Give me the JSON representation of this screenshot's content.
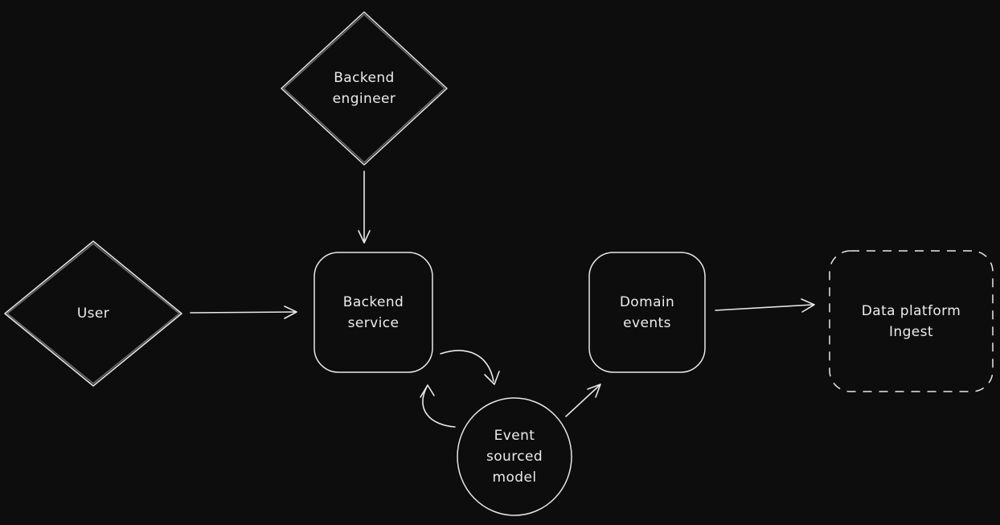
{
  "canvas": {
    "background_color": "#0d0d0d",
    "stroke_color": "#e8e8e8",
    "text_color": "#ececec",
    "style": "hand-drawn-whiteboard-dark"
  },
  "nodes": {
    "backend_engineer": {
      "shape": "diamond",
      "lines": [
        "Backend",
        "engineer"
      ]
    },
    "user": {
      "shape": "diamond",
      "lines": [
        "User"
      ]
    },
    "backend_service": {
      "shape": "rounded-rectangle",
      "lines": [
        "Backend",
        "service"
      ]
    },
    "event_sourced_model": {
      "shape": "circle",
      "lines": [
        "Event",
        "sourced",
        "model"
      ]
    },
    "domain_events": {
      "shape": "rounded-rectangle",
      "lines": [
        "Domain",
        "events"
      ]
    },
    "data_platform_ingest": {
      "shape": "dashed-rounded-rectangle",
      "lines": [
        "Data platform",
        "Ingest"
      ]
    }
  },
  "edges": [
    {
      "id": "backend-engineer-to-backend-service",
      "from": "backend-engineer",
      "to": "backend-service",
      "style": "straight-vertical-arrow"
    },
    {
      "id": "user-to-backend-service",
      "from": "user",
      "to": "backend-service",
      "style": "straight-horizontal-arrow"
    },
    {
      "id": "backend-service-to-event-sourced-model",
      "from": "backend-service",
      "to": "event-sourced-model",
      "style": "curved-arrow"
    },
    {
      "id": "event-sourced-model-to-backend-service",
      "from": "event-sourced-model",
      "to": "backend-service",
      "style": "curved-arrow"
    },
    {
      "id": "event-sourced-model-to-domain-events",
      "from": "event-sourced-model",
      "to": "domain-events",
      "style": "straight-diagonal-arrow"
    },
    {
      "id": "domain-events-to-data-platform-ingest",
      "from": "domain-events",
      "to": "data-platform-ingest",
      "style": "straight-horizontal-arrow"
    }
  ]
}
